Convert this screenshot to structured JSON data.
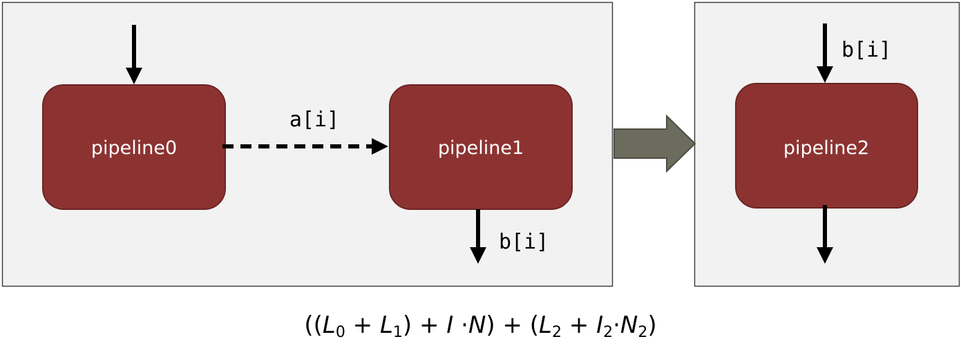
{
  "colors": {
    "panel_fill": "#f2f2f2",
    "panel_stroke": "#404040",
    "node_fill": "#8c3331",
    "node_stroke": "#6b2523",
    "transition_arrow_fill": "#6b6b5e",
    "transition_arrow_stroke": "#4e4e43"
  },
  "nodes": {
    "pipeline0": "pipeline0",
    "pipeline1": "pipeline1",
    "pipeline2": "pipeline2"
  },
  "edges": {
    "pipeline0_to_pipeline1": "a[i]",
    "pipeline1_out": "b[i]",
    "pipeline2_in": "b[i]"
  },
  "formula": {
    "open": "((",
    "L": "L",
    "sub0": "0",
    "plus": " + ",
    "sub1": "1",
    "close_mid": ") + ",
    "I": "I",
    "dot": " ·",
    "N": "N",
    "mid": ") + (",
    "sub2": "2",
    "dot2": "·",
    "end": ")"
  }
}
